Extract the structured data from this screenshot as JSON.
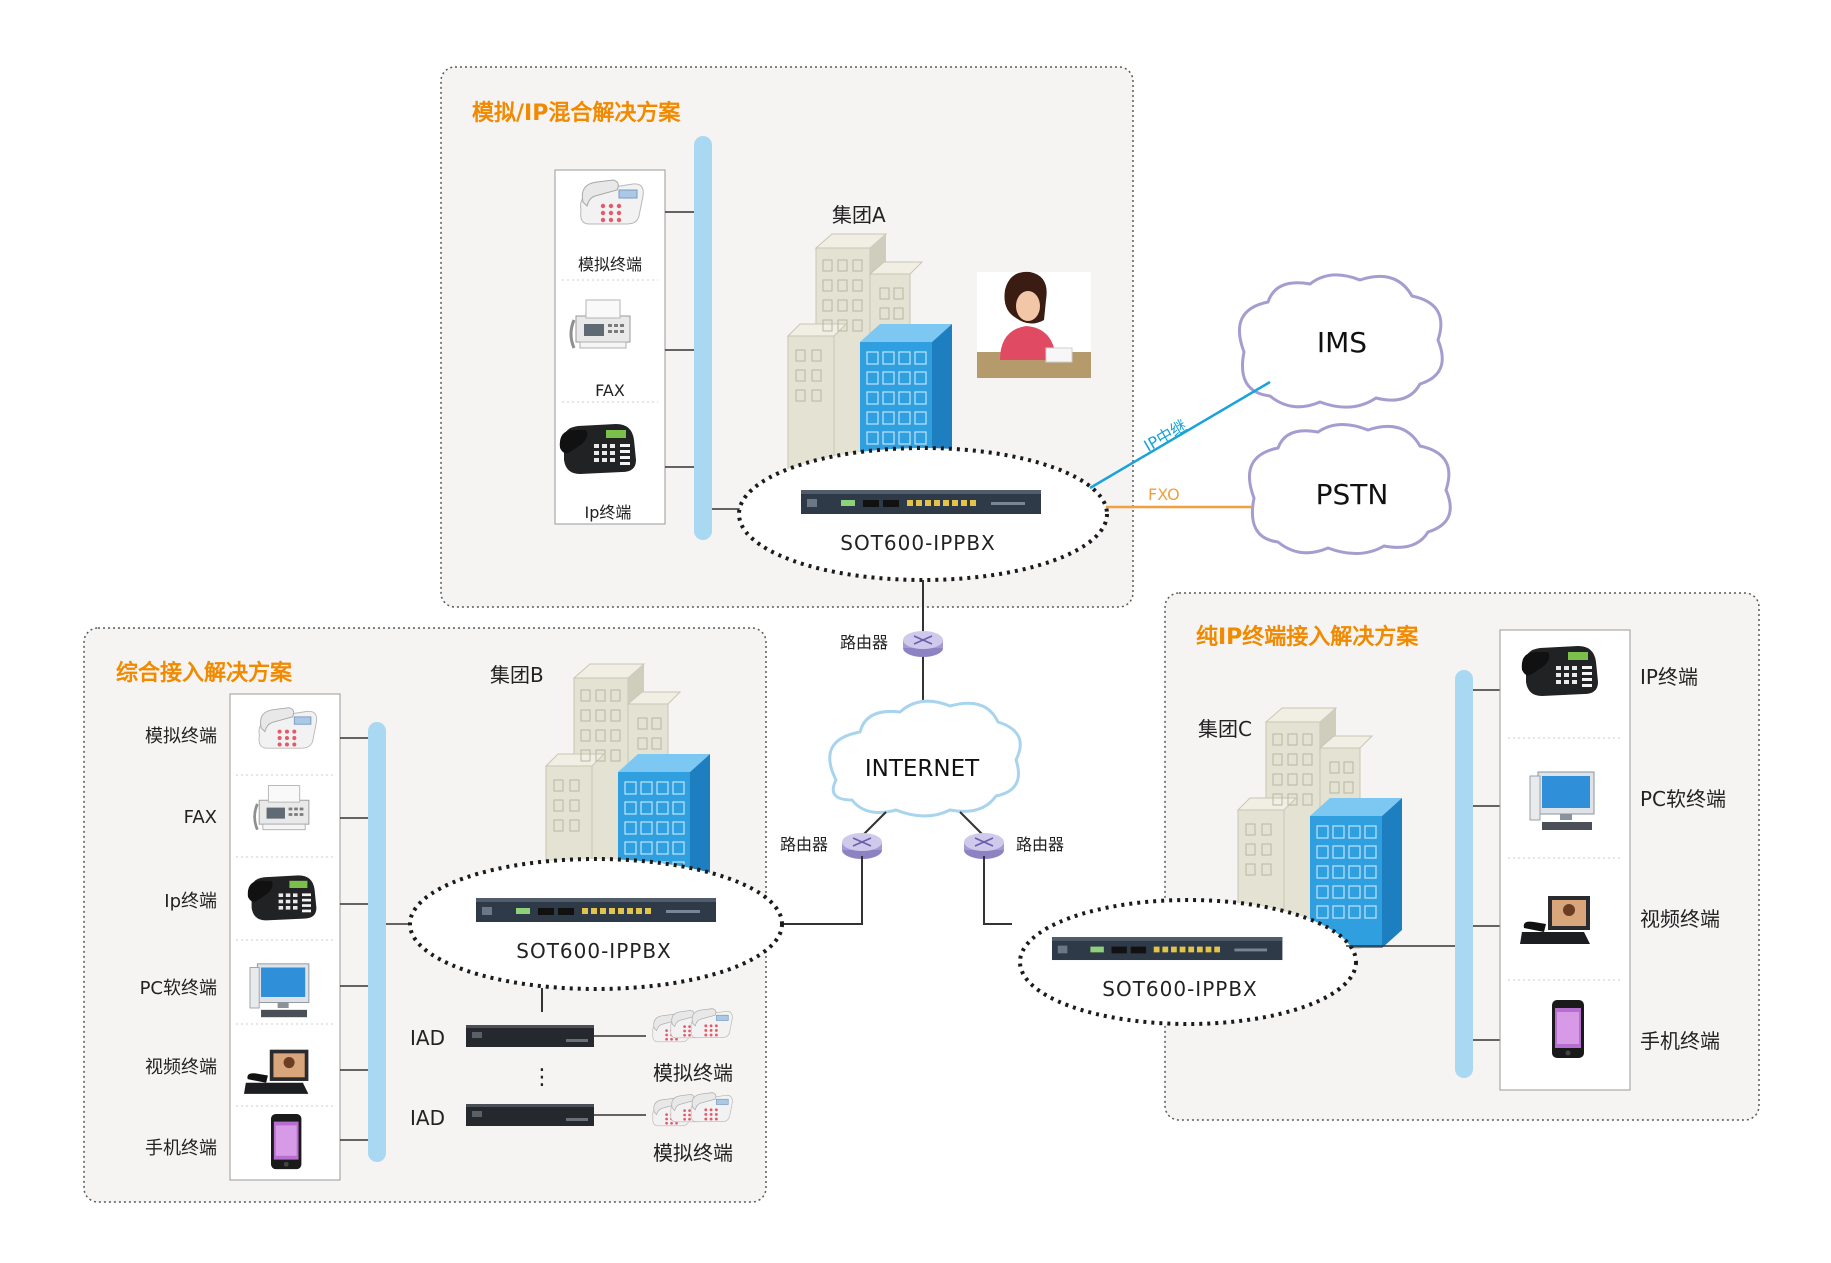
{
  "panels": {
    "top": {
      "title": "模拟/IP混合解决方案"
    },
    "left": {
      "title": "综合接入解决方案"
    },
    "right": {
      "title": "纯IP终端接入解决方案"
    }
  },
  "groups": {
    "a": "集团A",
    "b": "集团B",
    "c": "集团C"
  },
  "pbx_label": "SOT600-IPPBX",
  "clouds": {
    "ims": "IMS",
    "pstn": "PSTN",
    "internet": "INTERNET"
  },
  "links": {
    "ip_trunk": "IP中继",
    "fxo": "FXO"
  },
  "router_label": "路由器",
  "iad_label": "IAD",
  "ellipsis": "⋮",
  "terminals": {
    "top": [
      "模拟终端",
      "FAX",
      "Ip终端"
    ],
    "left": [
      "模拟终端",
      "FAX",
      "Ip终端",
      "PC软终端",
      "视频终端",
      "手机终端"
    ],
    "right": [
      "IP终端",
      "PC软终端",
      "视频终端",
      "手机终端"
    ],
    "iad_phones": [
      "模拟终端",
      "模拟终端"
    ]
  },
  "colors": {
    "title_orange": "#f08a00",
    "bus_blue": "#a9d8f2",
    "ip_trunk_line": "#1aa3d9",
    "fxo_line": "#f0a040",
    "panel_fill": "#f6f3f3",
    "building_blue": "#2f9fe0",
    "building_grey": "#e4e2d2",
    "cloud_stroke": "#a79ccf",
    "router": "#b8b0dc"
  }
}
